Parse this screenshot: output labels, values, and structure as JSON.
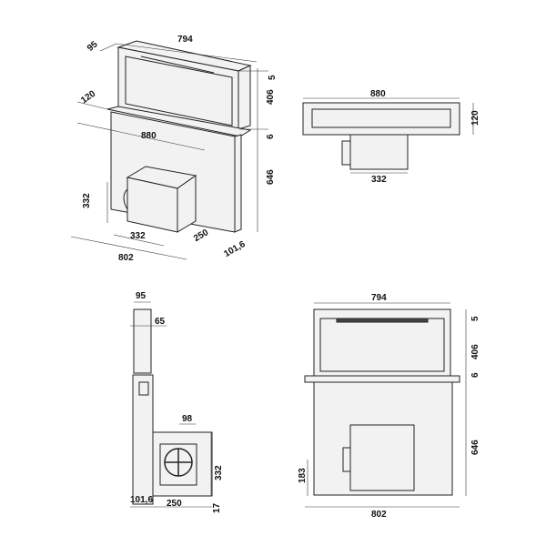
{
  "views": {
    "iso": {
      "width_top": "794",
      "depth_top": "95",
      "top_gap": "5",
      "height_glass": "406",
      "plate_depth": "120",
      "plate_width": "880",
      "plate_thick": "6",
      "body_height": "646",
      "motor_height": "332",
      "motor_width": "332",
      "motor_depth": "250",
      "side_depth": "101,6",
      "body_width": "802"
    },
    "top": {
      "width": "880",
      "depth": "120",
      "motor_width": "332"
    },
    "side": {
      "chimney_width": "95",
      "glass_thick": "65",
      "outlet": "98",
      "motor_height": "332",
      "base_offset": "17",
      "body_depth": "101,6",
      "motor_depth": "250"
    },
    "front": {
      "width_top": "794",
      "top_gap": "5",
      "height_glass": "406",
      "plate_thick": "6",
      "body_height": "646",
      "outlet_height": "183",
      "body_width": "802"
    }
  },
  "colors": {
    "line": "#222222",
    "fill": "#f2f2f2"
  }
}
